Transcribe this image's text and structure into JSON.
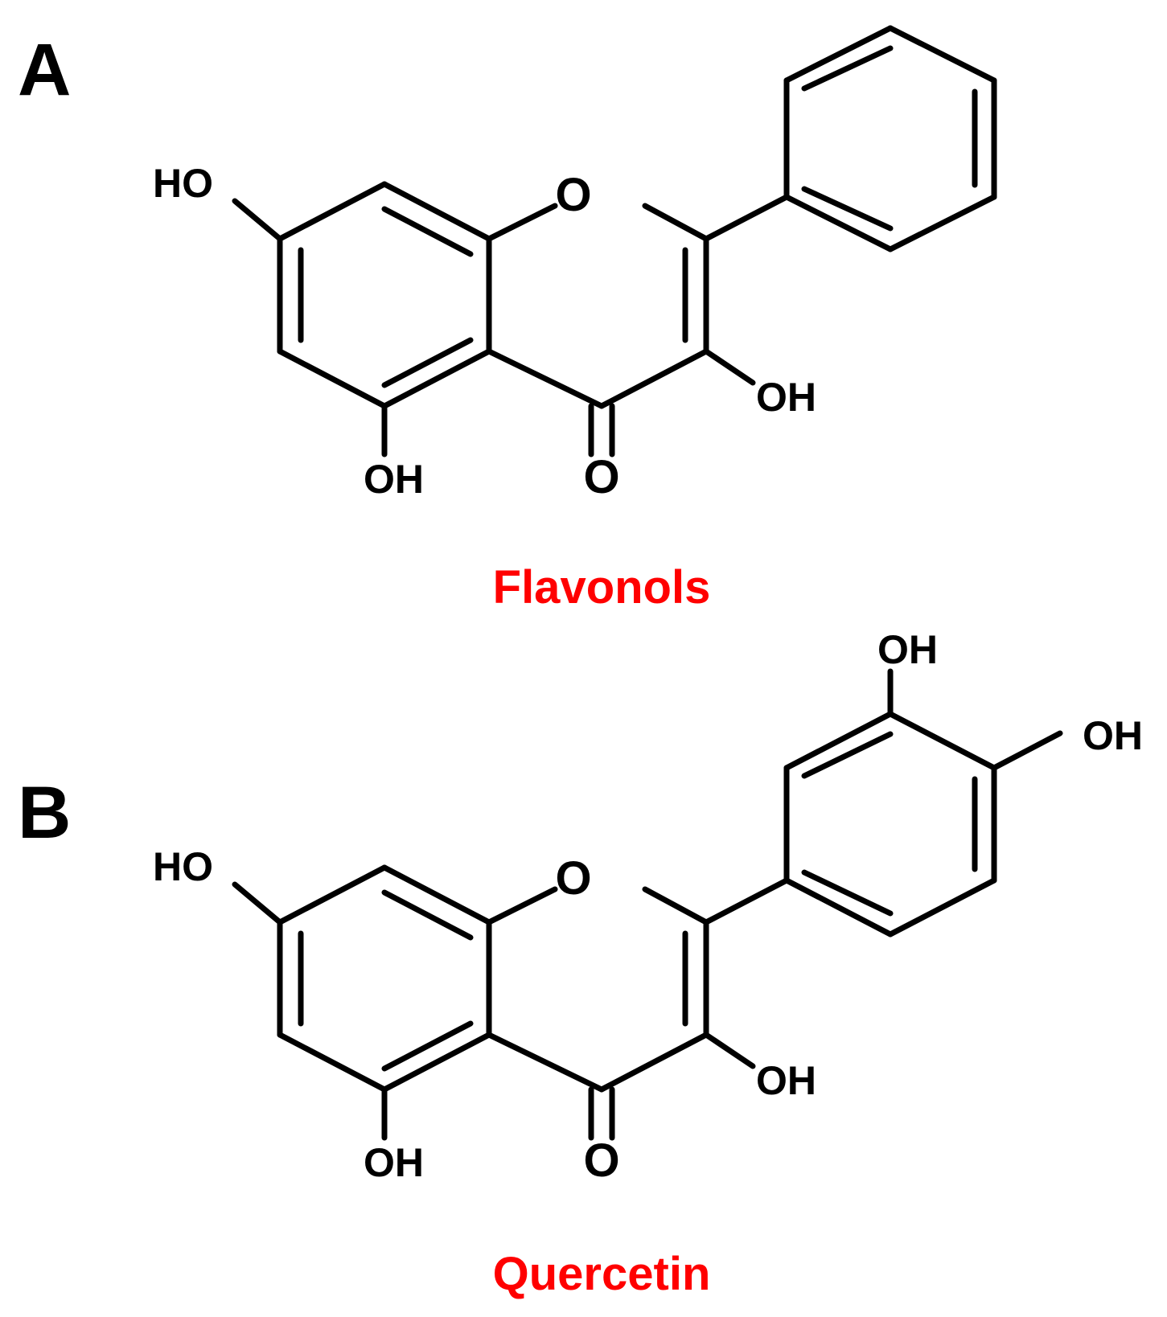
{
  "panel_a": {
    "letter": "A",
    "compound_name": "Flavonols",
    "labels": {
      "ho_7": "HO",
      "ring_o": "O",
      "oh_3": "OH",
      "oh_5": "OH",
      "carbonyl_o": "O"
    }
  },
  "panel_b": {
    "letter": "B",
    "compound_name": "Quercetin",
    "labels": {
      "ho_7": "HO",
      "ring_o": "O",
      "oh_3": "OH",
      "oh_5": "OH",
      "carbonyl_o": "O",
      "oh_3p": "OH",
      "oh_4p": "OH"
    }
  },
  "colors": {
    "compound_name": "#ff0000",
    "structure": "#000000"
  }
}
